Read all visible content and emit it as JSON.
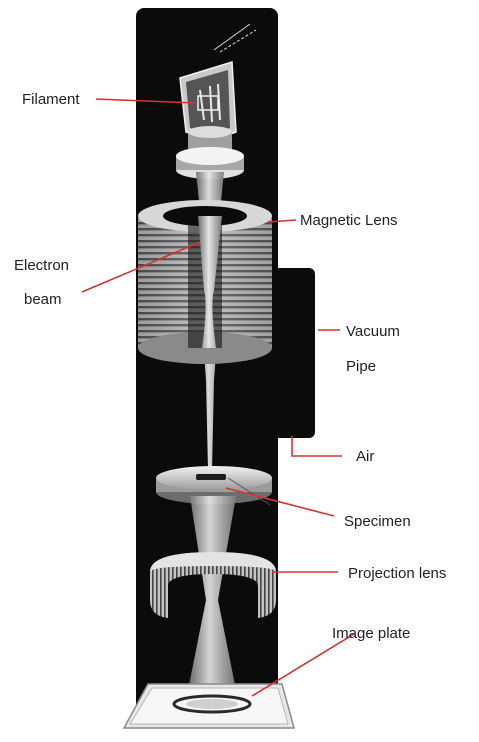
{
  "labels": {
    "filament": "Filament",
    "magnetic_lens": "Magnetic Lens",
    "electron_beam_line1": "Electron",
    "electron_beam_line2": "beam",
    "vacuum_pipe_line1": "Vacuum",
    "vacuum_pipe_line2": "Pipe",
    "air": "Air",
    "specimen": "Specimen",
    "projection_lens": "Projection lens",
    "image_plate": "Image plate"
  },
  "colors": {
    "column": "#0b0b0b",
    "leader_line": "#d6332f",
    "label_text": "#222222",
    "beam": "#b9b9b9",
    "lens_metal": "#9a9a9a"
  }
}
